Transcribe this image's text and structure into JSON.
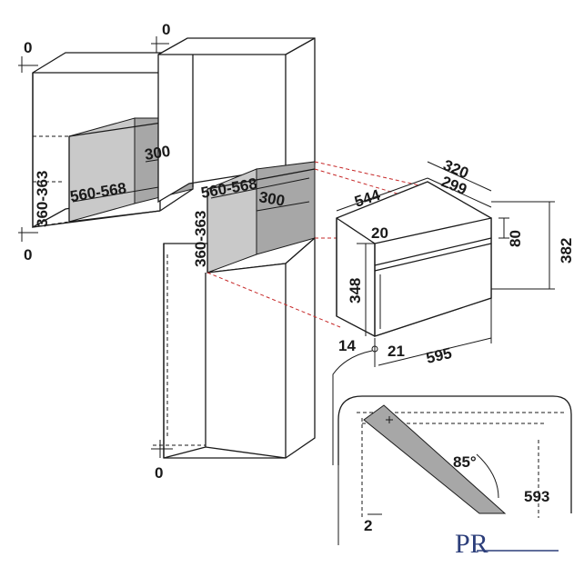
{
  "diagram": {
    "labels": {
      "top_left_gap": "0",
      "top_center_gap": "0",
      "bottom_left_gap": "0",
      "bottom_tall_gap": "0",
      "left_niche_height": "360-363",
      "left_niche_width": "560-568",
      "left_niche_depth": "300",
      "center_niche_height": "360-363",
      "center_niche_width": "560-568",
      "center_niche_depth": "300",
      "oven_depth_total": "544",
      "oven_top_depth_a": "320",
      "oven_top_depth_b": "299",
      "oven_height_body": "348",
      "oven_top_offset": "20",
      "oven_panel_height": "80",
      "oven_height_total": "382",
      "oven_bottom_left": "14",
      "oven_bottom_right": "21",
      "oven_width": "595",
      "door_angle": "85°",
      "door_open_depth": "593",
      "door_gap": "2"
    },
    "colors": {
      "line": "#1a1a1a",
      "shade": "#a7a7a7",
      "projection": "#c62828",
      "logo": "#2c3e7a"
    },
    "logo": {
      "text": "PR"
    }
  }
}
